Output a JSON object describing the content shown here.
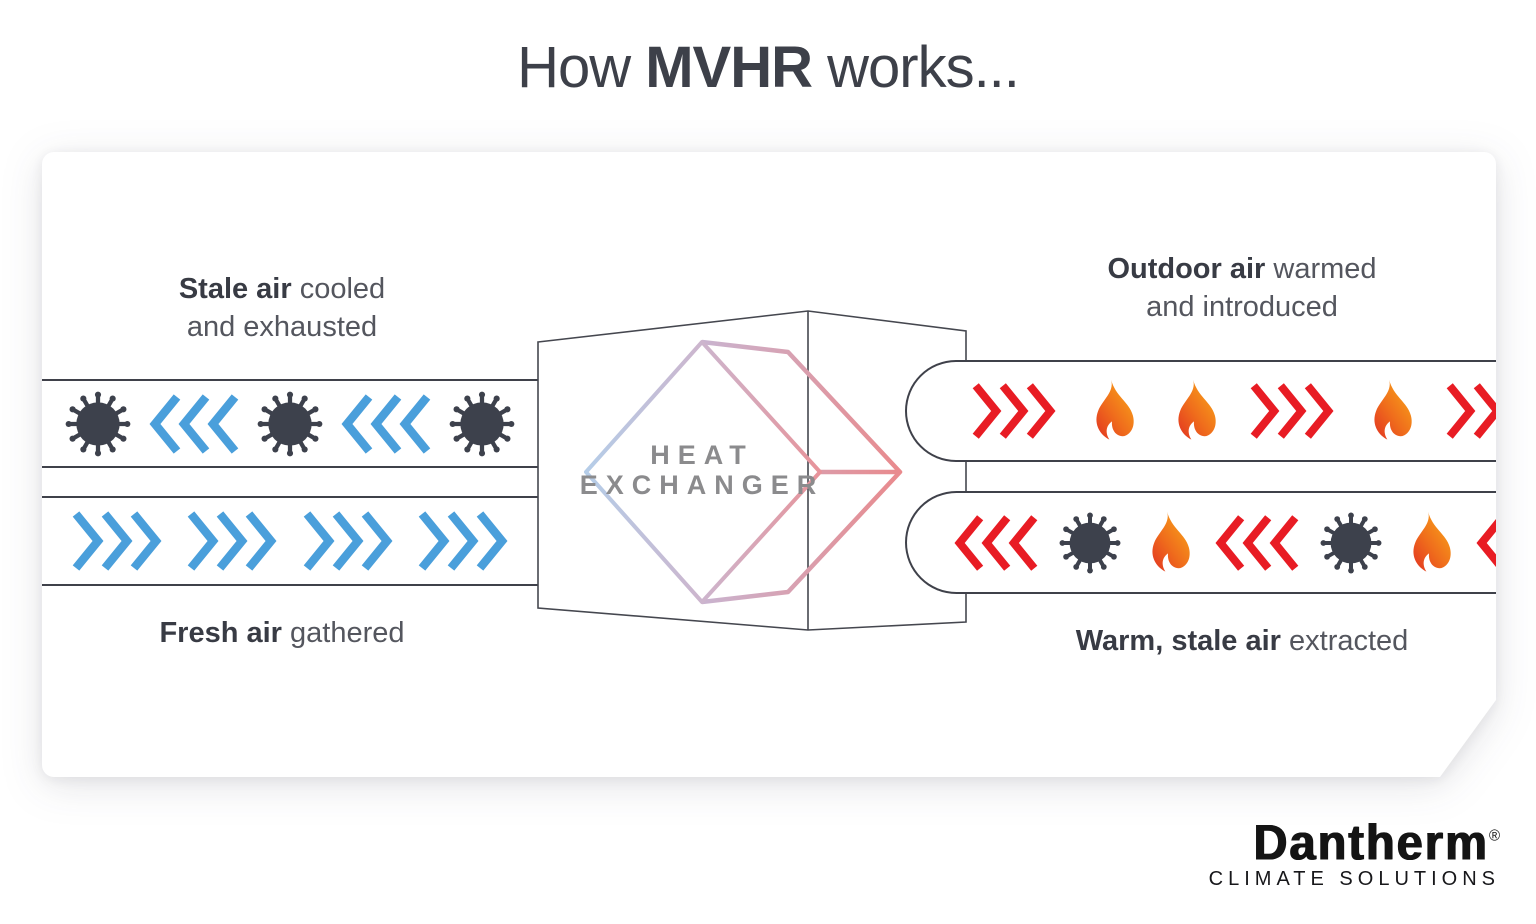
{
  "title": {
    "pre": "How ",
    "bold": "MVHR",
    "post": " works..."
  },
  "heat_exchanger": {
    "line1": "HEAT",
    "line2": "EXCHANGER"
  },
  "labels": {
    "stale_air": {
      "bold": "Stale air",
      "regular": " cooled",
      "line2": "and exhausted"
    },
    "outdoor_air": {
      "bold": "Outdoor air",
      "regular": " warmed",
      "line2": "and introduced"
    },
    "fresh_air": {
      "bold": "Fresh air",
      "regular": " gathered"
    },
    "warm_stale_air": {
      "bold": "Warm, stale air",
      "regular": " extracted"
    }
  },
  "ducts": {
    "top_left": {
      "sequence": [
        "virus",
        "chevrons",
        "virus",
        "chevrons",
        "virus"
      ],
      "chevron_direction": "left",
      "chevron_color": "#4a9fdb"
    },
    "bottom_left": {
      "sequence": [
        "chevrons",
        "chevrons",
        "chevrons",
        "chevrons"
      ],
      "chevron_direction": "right",
      "chevron_color": "#4a9fdb"
    },
    "top_right": {
      "sequence": [
        "chevrons",
        "flame",
        "flame",
        "chevrons",
        "flame",
        "chevrons"
      ],
      "chevron_direction": "right",
      "chevron_color": "#e81c24"
    },
    "bottom_right": {
      "sequence": [
        "chevrons",
        "virus",
        "flame",
        "chevrons",
        "virus",
        "flame",
        "chevrons"
      ],
      "chevron_direction": "left",
      "chevron_color": "#e81c24"
    }
  },
  "logo": {
    "brand": "Dantherm",
    "registered": "®",
    "tagline": "CLIMATE SOLUTIONS"
  },
  "colors": {
    "blue_chevron": "#4a9fdb",
    "red_chevron": "#e81c24",
    "virus": "#3d414c",
    "duct_outline": "#3f414a",
    "flame_gradient": [
      "#e23322",
      "#ef6c1c",
      "#f9a819"
    ],
    "diamond_gradient": [
      "#b5cde8",
      "#cdb5cd",
      "#e7939a"
    ],
    "diamond_back_gradient": [
      "#c9b4d0",
      "#e98a8d"
    ],
    "heat_exchanger_text": "#8b8b8d",
    "title_text": "#3d4049",
    "label_bold_text": "#383b44",
    "label_regular_text": "#54565e",
    "card_background": "#ffffff"
  }
}
